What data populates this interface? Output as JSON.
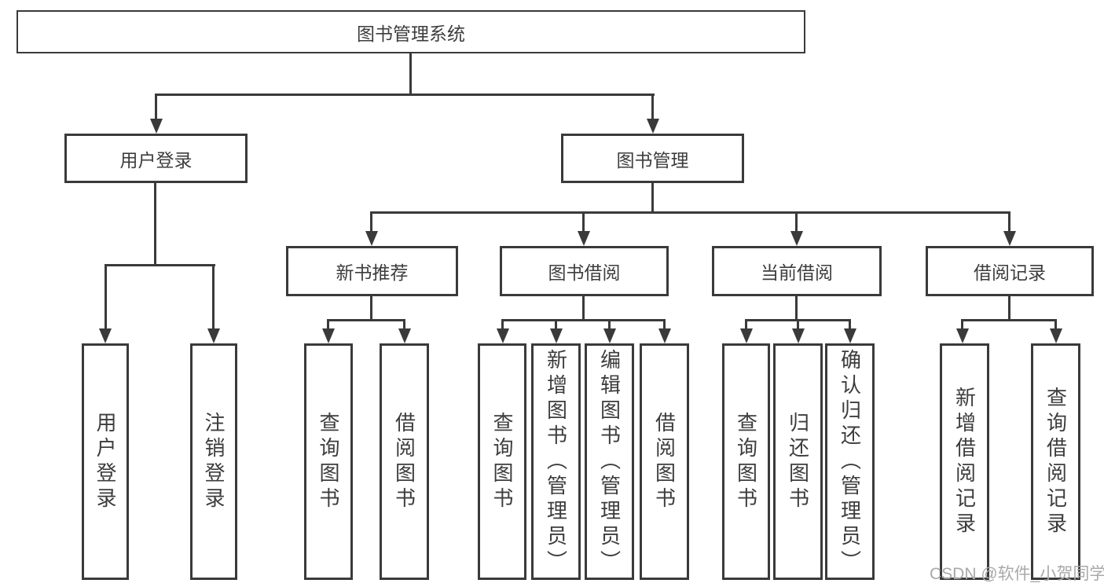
{
  "diagram": {
    "root": {
      "label": "图书管理系统"
    },
    "level2": [
      {
        "label": "用户登录"
      },
      {
        "label": "图书管理"
      }
    ],
    "level3": [
      {
        "label": "新书推荐"
      },
      {
        "label": "图书借阅"
      },
      {
        "label": "当前借阅"
      },
      {
        "label": "借阅记录"
      }
    ],
    "leaves": [
      {
        "label": "用户登录"
      },
      {
        "label": "注销登录"
      },
      {
        "label": "查询图书"
      },
      {
        "label": "借阅图书"
      },
      {
        "label": "查询图书"
      },
      {
        "label": "新增图书（管理员）"
      },
      {
        "label": "编辑图书（管理员）"
      },
      {
        "label": "借阅图书"
      },
      {
        "label": "查询图书"
      },
      {
        "label": "归还图书"
      },
      {
        "label": "确认归还（管理员）"
      },
      {
        "label": "新增借阅记录"
      },
      {
        "label": "查询借阅记录"
      }
    ]
  },
  "watermark": {
    "text": "CSDN @软件_小贺同学"
  },
  "colors": {
    "line": "#3a3a3a",
    "text": "#3d3d3d",
    "watermark": "#a9a9a9",
    "background": "#ffffff"
  }
}
